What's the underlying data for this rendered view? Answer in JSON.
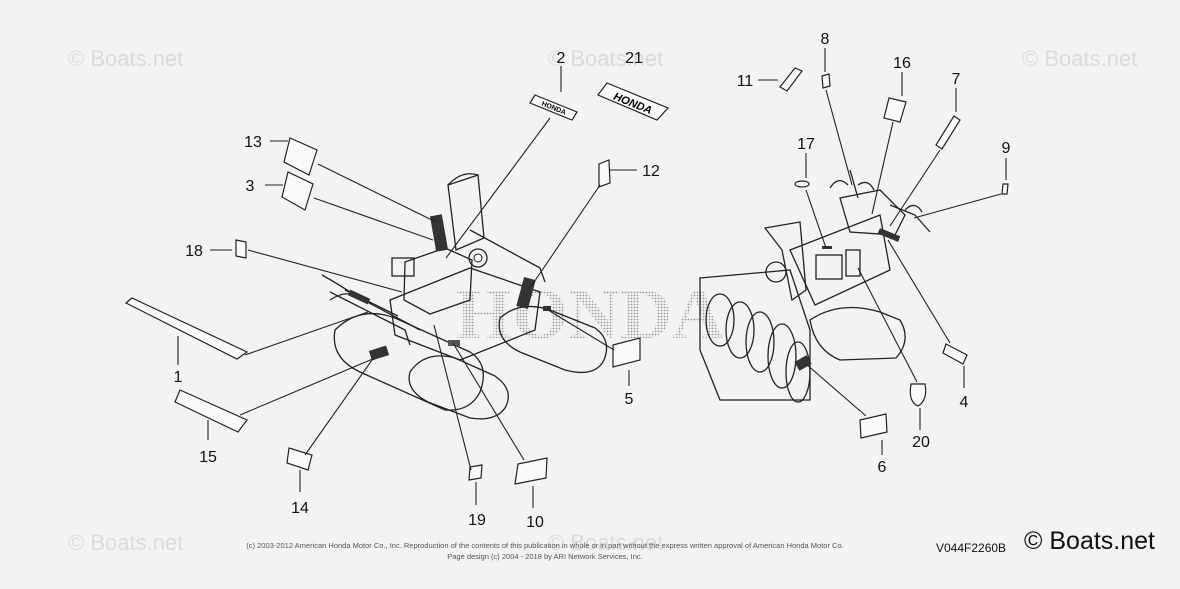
{
  "watermarks": [
    "© Boats.net",
    "© Boats.net",
    "© Boats.net",
    "© Boats.net",
    "© Boats.net"
  ],
  "decal_text": {
    "honda_small": "HONDA",
    "honda_large": "HONDA",
    "background_logo": "HONDA"
  },
  "callouts": [
    "1",
    "2",
    "3",
    "4",
    "5",
    "6",
    "7",
    "8",
    "9",
    "10",
    "11",
    "12",
    "13",
    "14",
    "15",
    "16",
    "17",
    "18",
    "19",
    "20",
    "21"
  ],
  "footer": {
    "copyright_line1": "(c) 2003-2012 American Honda Motor Co., Inc. Reproduction of the contents of this publication in whole or in part without the express written approval of American Honda Motor Co.",
    "copyright_line2": "Page design (c) 2004 - 2018 by ARI Network Services, Inc.",
    "part_code": "V044F2260B",
    "brand": "© Boats.net"
  }
}
